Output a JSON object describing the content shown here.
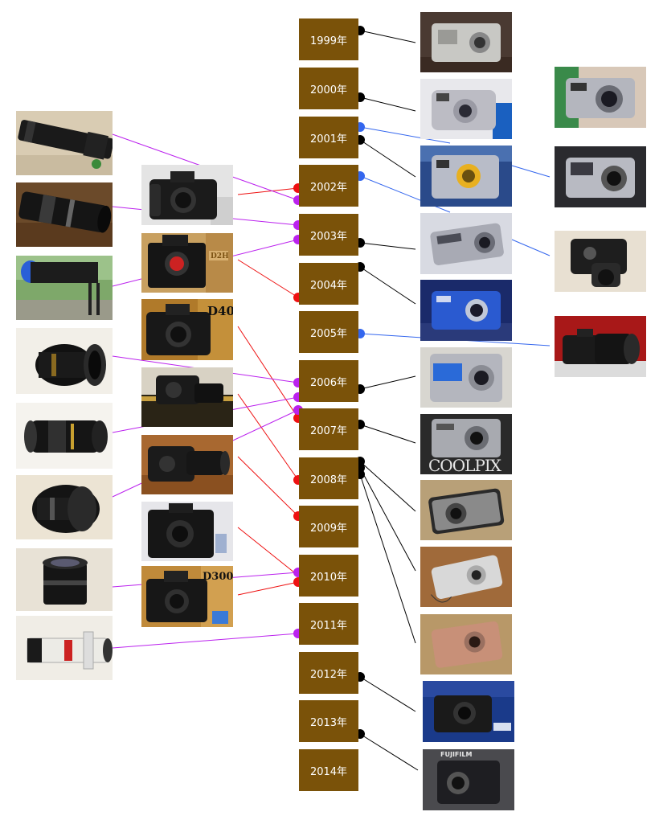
{
  "colors": {
    "year_box": "#7a5209",
    "line_compact": "#000000",
    "line_bridge": "#3366ee",
    "line_body": "#ee1111",
    "line_lens": "#bb22ee"
  },
  "years": [
    "1999年",
    "2000年",
    "2001年",
    "2002年",
    "2003年",
    "2004年",
    "2005年",
    "2006年",
    "2007年",
    "2008年",
    "2009年",
    "2010年",
    "2011年",
    "2012年",
    "2013年",
    "2014年"
  ],
  "photo_labels": {
    "d40": "D40",
    "d300": "D300",
    "coolpix": "COOLPIX",
    "fujifilm": "FUJIFILM"
  },
  "photos": {
    "lenses": [
      "telephoto-lens-photo",
      "telezoom-lens-photo",
      "supertele-lens-photo",
      "zoom-lens-photo",
      "standard-zoom-photo",
      "fisheye-lens-photo",
      "wide-zoom-photo",
      "white-telezoom-photo"
    ],
    "dslr_bodies": [
      "dslr-body-d70-photo",
      "dslr-body-d2h-photo",
      "dslr-body-d40-photo",
      "dslr-kit-d40x-photo",
      "dslr-kit-d60-photo",
      "dslr-body-d3-photo",
      "dslr-body-d300-photo"
    ],
    "compacts": [
      "compact-1999-photo",
      "compact-2000-photo",
      "compact-2001-photo",
      "compact-2003-photo",
      "compact-2004-photo",
      "compact-2006-photo",
      "compact-2007-photo",
      "compact-2008a-photo",
      "compact-2008b-photo",
      "compact-2008c-photo",
      "compact-2012-photo",
      "compact-2014-photo"
    ],
    "bridges": [
      "bridge-2001a-photo",
      "bridge-2001b-photo",
      "bridge-2002-photo",
      "bridge-2005-photo"
    ]
  }
}
